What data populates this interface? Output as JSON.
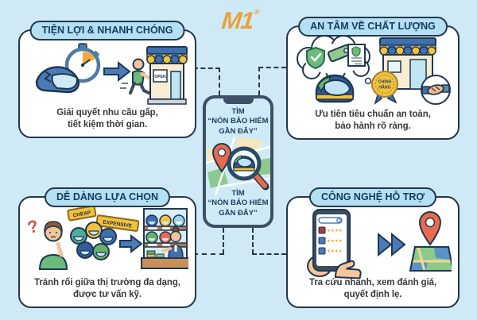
{
  "logo": {
    "text": "M1",
    "mark": "®",
    "color": "#e8a23c"
  },
  "panels": {
    "top_left": {
      "title": "TIỆN LỢI & NHANH CHÓNG",
      "caption_line1": "Giải quyết nhu cầu gấp,",
      "caption_line2": "tiết kiệm thời gian.",
      "store_sign": "OPEN",
      "icon_names": [
        "stopwatch-icon",
        "cracked-helmet-icon",
        "arrow-right-icon",
        "running-person",
        "storefront-icon"
      ]
    },
    "top_right": {
      "title": "AN TÂM VỀ CHẤT LƯỢNG",
      "caption_line1": "Ưu tiên tiêu chuẩn an toàn,",
      "caption_line2": "bảo hành rõ ràng.",
      "badge_line1": "CHÍNH",
      "badge_line2": "HÃNG",
      "icon_names": [
        "thought-bubble",
        "shield-check-icon",
        "price-tag-icon",
        "certificate-icon",
        "helmet-icon",
        "storefront-icon",
        "genuine-badge",
        "handshake-icon"
      ]
    },
    "bottom_left": {
      "title": "DỄ DÀNG LỰA CHỌN",
      "caption_line1": "Tránh rối giữa thị trường đa dạng,",
      "caption_line2": "được tư vấn kỹ.",
      "sign_cheap": "CHEAP",
      "sign_expensive": "EXPENSIVE",
      "icon_names": [
        "question-mark",
        "confused-person",
        "helmet-pile",
        "arrow-right-icon",
        "helmet-shelf",
        "salesperson"
      ]
    },
    "bottom_right": {
      "title": "CÔNG NGHỆ HỖ TRỢ",
      "caption_line1": "Tra cứu nhanh, xem đánh giá,",
      "caption_line2": "quyết định lẹ.",
      "icon_names": [
        "phone-in-hands",
        "fast-forward-icon",
        "map-pin-icon"
      ]
    }
  },
  "phone": {
    "search_line1": "TÌM",
    "search_line2": "“NÓN BẢO HIỂM",
    "search_line3": "GẦN ĐÂY”",
    "icon_names": [
      "map",
      "map-pin-icon",
      "magnifier-helmet-icon"
    ]
  },
  "icons": {
    "stars_glyph": "★★★★",
    "question_glyph": "?"
  },
  "colors": {
    "background": "#cfe9f6",
    "panel_border": "#24384c",
    "pill_bg": "#b3e0f2",
    "title_text": "#173c60",
    "logo_orange": "#e8a23c",
    "accent_blue": "#4a7ab8",
    "accent_yellow": "#f2c23e",
    "accent_green": "#67b36b",
    "accent_red": "#e96a4e",
    "phone_frame": "#3d5065",
    "phone_text": "#1d3c5e"
  }
}
